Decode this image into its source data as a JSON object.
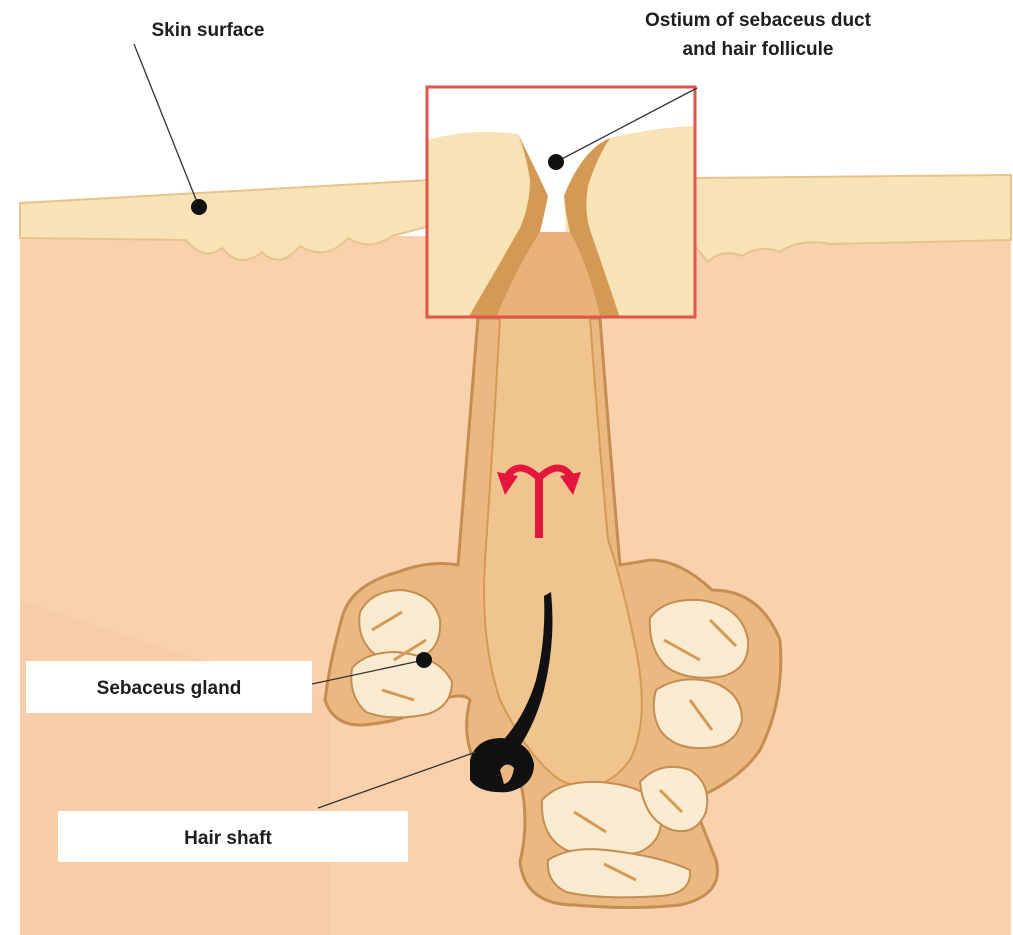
{
  "labels": {
    "skin_surface": "Skin surface",
    "ostium_line1": "Ostium of sebaceus duct",
    "ostium_line2": "and hair follicule",
    "sebaceus_gland": "Sebaceus gland",
    "hair_shaft": "Hair shaft"
  },
  "colors": {
    "dermis": "#f9d1ad",
    "epidermis": "#f8e3b6",
    "follicle_wall": "#eab880",
    "follicle_outline": "#c58d52",
    "duct_lumen": "#f0c48e",
    "cell_light": "#f8ebcf",
    "shadow": "#d49a55",
    "highlight_box": "#e0554a",
    "arrow": "#e3173c",
    "hair": "#111111",
    "marker": "#111111"
  },
  "icons": {
    "flow_arrow": "split-arrow-up-icon"
  }
}
